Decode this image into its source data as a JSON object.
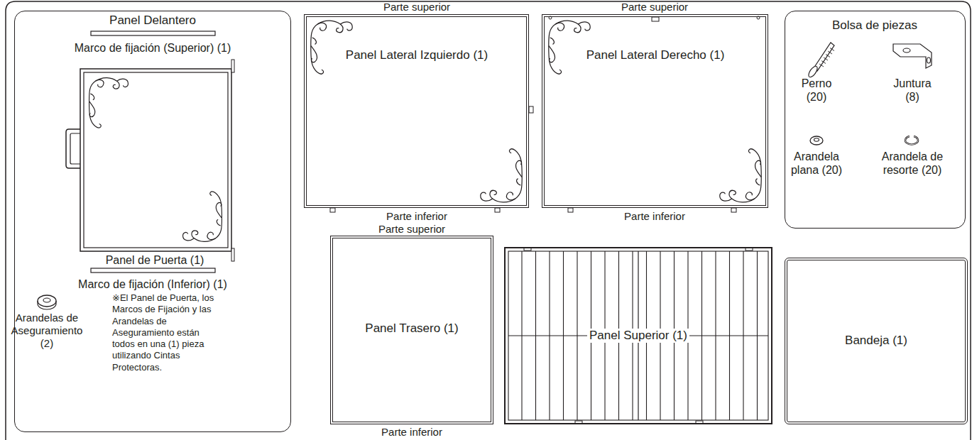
{
  "diagram": {
    "nodes": [
      {
        "text": [
          "Panel Delantero"
        ]
      },
      {
        "text": [
          "Panel Lateral Izquierdo (1)"
        ]
      },
      {
        "text": [
          "Panel Lateral Derecho (1)"
        ]
      },
      {
        "text": [
          "Bolsa de piezas"
        ]
      },
      {
        "text": [
          "Panel Trasero (1)"
        ]
      },
      {
        "text": [
          "Panel Superior (1)"
        ]
      },
      {
        "text": [
          "Bandeja (1)"
        ]
      }
    ],
    "labels": [
      "Marco de fijación (Superior) (1)",
      "Panel de Puerta (1)",
      "Marco de fijación (Inferior) (1)",
      "Arandelas de Aseguramiento (2)",
      "※El Panel de Puerta, los Marcos de Fijación y las Arandelas de Aseguramiento están todos en una (1) pieza utilizando Cintas Protectoras.",
      "Parte superior",
      "Parte superior",
      "Parte inferior",
      "Parte inferior",
      "Parte superior",
      "Parte inferior",
      "Perno (20)",
      "Juntura (8)",
      "Arandela plana (20)",
      "Arandela de resorte (20)"
    ]
  }
}
